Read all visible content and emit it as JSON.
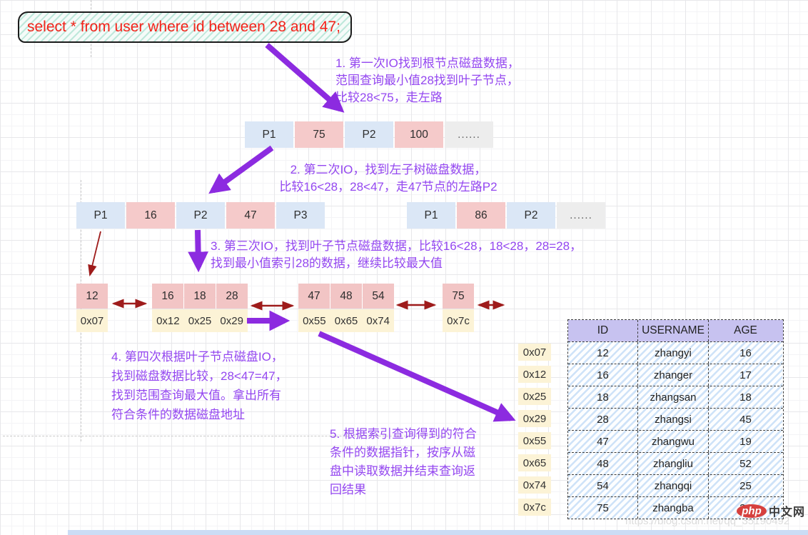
{
  "sql_box": {
    "query": "select * from user where id between 28 and 47;"
  },
  "annotations": {
    "step1": {
      "lines": [
        "1. 第一次IO找到根节点磁盘数据，",
        "范围查询最小值28找到叶子节点，",
        "比较28<75，走左路"
      ]
    },
    "step2": {
      "lines": [
        "2. 第二次IO，找到左子树磁盘数据，",
        "比较16<28，28<47，走47节点的左路P2"
      ]
    },
    "step3": {
      "lines": [
        "3. 第三次IO，找到叶子节点磁盘数据，比较16<28，18<28，28=28，",
        "找到最小值索引28的数据，继续比较最大值"
      ]
    },
    "step4": {
      "lines": [
        "4. 第四次根据叶子节点磁盘IO，",
        "找到磁盘数据比较，28<47=47，",
        "找到范围查询最大值。拿出所有",
        "符合条件的数据磁盘地址"
      ]
    },
    "step5": {
      "lines": [
        "5. 根据索引查询得到的符合",
        "条件的数据指针，按序从磁",
        "盘中读取数据并结束查询返",
        "回结果"
      ]
    }
  },
  "btree": {
    "root": {
      "cells": [
        "P1",
        "75",
        "P2",
        "100",
        "......"
      ]
    },
    "internal_left": {
      "cells": [
        "P1",
        "16",
        "P2",
        "47",
        "P3"
      ]
    },
    "internal_right": {
      "cells": [
        "P1",
        "86",
        "P2",
        "......"
      ]
    },
    "leaves": [
      {
        "keys": [
          "12"
        ],
        "addrs": [
          "0x07"
        ]
      },
      {
        "keys": [
          "16",
          "18",
          "28"
        ],
        "addrs": [
          "0x12",
          "0x25",
          "0x29"
        ]
      },
      {
        "keys": [
          "47",
          "48",
          "54"
        ],
        "addrs": [
          "0x55",
          "0x65",
          "0x74"
        ]
      },
      {
        "keys": [
          "75"
        ],
        "addrs": [
          "0x7c"
        ]
      }
    ]
  },
  "address_list": [
    "0x07",
    "0x12",
    "0x25",
    "0x29",
    "0x55",
    "0x65",
    "0x74",
    "0x7c"
  ],
  "table": {
    "headers": [
      "ID",
      "USERNAME",
      "AGE"
    ],
    "rows": [
      [
        "12",
        "zhangyi",
        "16"
      ],
      [
        "16",
        "zhanger",
        "17"
      ],
      [
        "18",
        "zhangsan",
        "18"
      ],
      [
        "28",
        "zhangsi",
        "45"
      ],
      [
        "47",
        "zhangwu",
        "19"
      ],
      [
        "48",
        "zhangliu",
        "52"
      ],
      [
        "54",
        "zhangqi",
        "25"
      ],
      [
        "75",
        "zhangba",
        "34"
      ]
    ]
  },
  "watermark": {
    "logo_text": "php",
    "logo_suffix": "中文网",
    "url_text": "https://blog.csdn.net/qq_35190492"
  },
  "colors": {
    "arrow-purple": "#8c2be0",
    "text-purple": "#9447f0",
    "arrow-red": "#9e1b1b",
    "sql-red": "#f3231a",
    "cell-blue": "#dbe7f6",
    "cell-pink": "#f5caca",
    "cell-gray": "#ededed",
    "leaf-pink": "#f2c5c5",
    "addr-cream": "#fcf3d6",
    "header-purple": "#c7c2f0"
  }
}
